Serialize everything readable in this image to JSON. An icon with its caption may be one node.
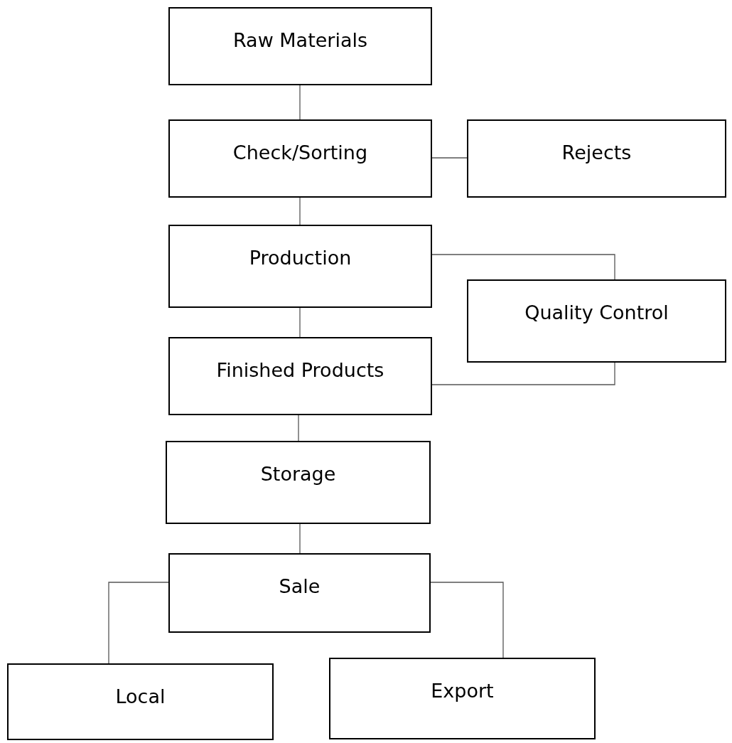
{
  "diagram": {
    "nodes": [
      {
        "text": [
          "Raw Materials"
        ]
      },
      {
        "text": [
          "Check/Sorting"
        ]
      },
      {
        "text": [
          "Rejects"
        ]
      },
      {
        "text": [
          "Production"
        ]
      },
      {
        "text": [
          "Quality Control"
        ]
      },
      {
        "text": [
          "Finished Products"
        ]
      },
      {
        "text": [
          "Storage"
        ]
      },
      {
        "text": [
          "Sale"
        ]
      },
      {
        "text": [
          "Local"
        ]
      },
      {
        "text": [
          "Export"
        ]
      }
    ],
    "edges": [
      {
        "from": 0,
        "to": 1,
        "arrow": "none"
      },
      {
        "from": 1,
        "to": 2,
        "arrow": "none"
      },
      {
        "from": 1,
        "to": 3,
        "arrow": "none"
      },
      {
        "from": 3,
        "to": 4,
        "arrow": "none"
      },
      {
        "from": 3,
        "to": 5,
        "arrow": "none"
      },
      {
        "from": 5,
        "to": 4,
        "arrow": "none"
      },
      {
        "from": 5,
        "to": 6,
        "arrow": "none"
      },
      {
        "from": 6,
        "to": 7,
        "arrow": "none"
      },
      {
        "from": 7,
        "to": 8,
        "arrow": "none"
      },
      {
        "from": 7,
        "to": 9,
        "arrow": "none"
      }
    ]
  }
}
